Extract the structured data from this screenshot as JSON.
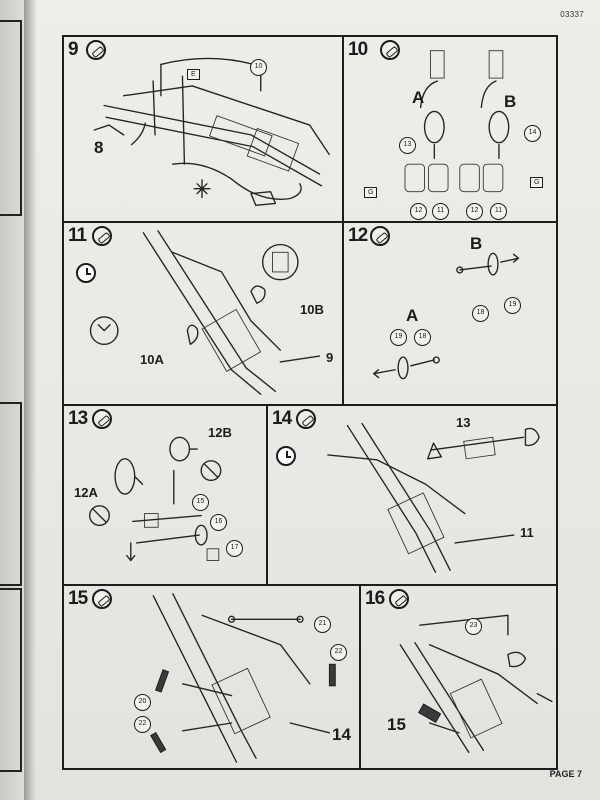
{
  "header": {
    "code": "03337"
  },
  "footer": {
    "page_label": "PAGE 7"
  },
  "steps": [
    {
      "number": "9",
      "labels": {
        "part_8": "8"
      },
      "parts": [
        "10"
      ],
      "flags": [
        "E"
      ]
    },
    {
      "number": "10",
      "labels": {
        "a": "A",
        "b": "B"
      },
      "parts": [
        "13",
        "14",
        "12",
        "11",
        "12",
        "11"
      ],
      "flags": [
        "G",
        "G"
      ]
    },
    {
      "number": "11",
      "labels": {
        "ten_b": "10B",
        "ten_a": "10A",
        "nine": "9"
      }
    },
    {
      "number": "12",
      "labels": {
        "a": "A",
        "b": "B"
      },
      "parts": [
        "18",
        "19",
        "19",
        "18"
      ]
    },
    {
      "number": "13",
      "labels": {
        "twelve_b": "12B",
        "twelve_a": "12A"
      },
      "parts": [
        "15",
        "16",
        "17"
      ]
    },
    {
      "number": "14",
      "labels": {
        "thirteen": "13",
        "eleven": "11"
      }
    },
    {
      "number": "15",
      "labels": {
        "fourteen": "14"
      },
      "parts": [
        "21",
        "22",
        "20",
        "22"
      ]
    },
    {
      "number": "16",
      "labels": {
        "fifteen": "15"
      },
      "parts": [
        "23"
      ]
    }
  ],
  "icons": [
    "glue-icon",
    "clock-icon",
    "do-not-glue-icon",
    "arrow-icon"
  ]
}
